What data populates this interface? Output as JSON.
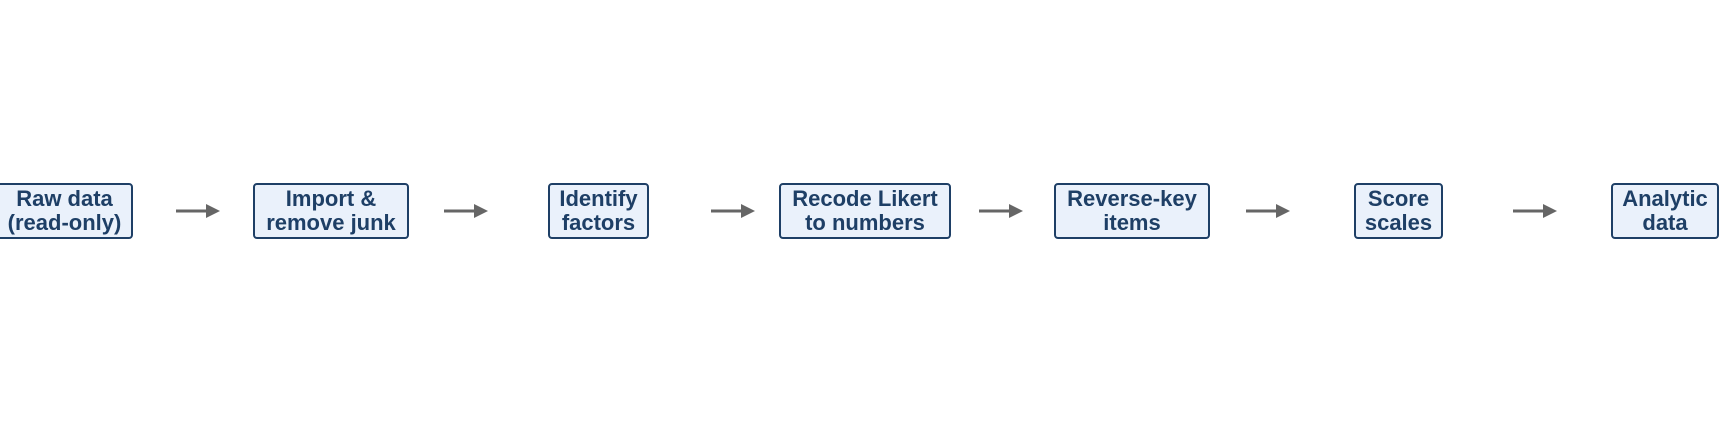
{
  "diagram": {
    "type": "flowchart",
    "direction": "left-to-right",
    "colors": {
      "box_fill": "#eaf1fb",
      "box_border": "#1e3f66",
      "text": "#1e3f66",
      "arrow": "#666666"
    },
    "steps": [
      {
        "line1": "Raw data",
        "line2": "(read-only)"
      },
      {
        "line1": "Import &",
        "line2": "remove junk"
      },
      {
        "line1": "Identify",
        "line2": "factors"
      },
      {
        "line1": "Recode Likert",
        "line2": "to numbers"
      },
      {
        "line1": "Reverse-key",
        "line2": "items"
      },
      {
        "line1": "Score",
        "line2": "scales"
      },
      {
        "line1": "Analytic",
        "line2": "data"
      }
    ],
    "connectors": [
      {
        "from": 0,
        "to": 1,
        "icon": "arrow-right-icon"
      },
      {
        "from": 1,
        "to": 2,
        "icon": "arrow-right-icon"
      },
      {
        "from": 2,
        "to": 3,
        "icon": "arrow-right-icon"
      },
      {
        "from": 3,
        "to": 4,
        "icon": "arrow-right-icon"
      },
      {
        "from": 4,
        "to": 5,
        "icon": "arrow-right-icon"
      },
      {
        "from": 5,
        "to": 6,
        "icon": "arrow-right-icon"
      }
    ]
  }
}
